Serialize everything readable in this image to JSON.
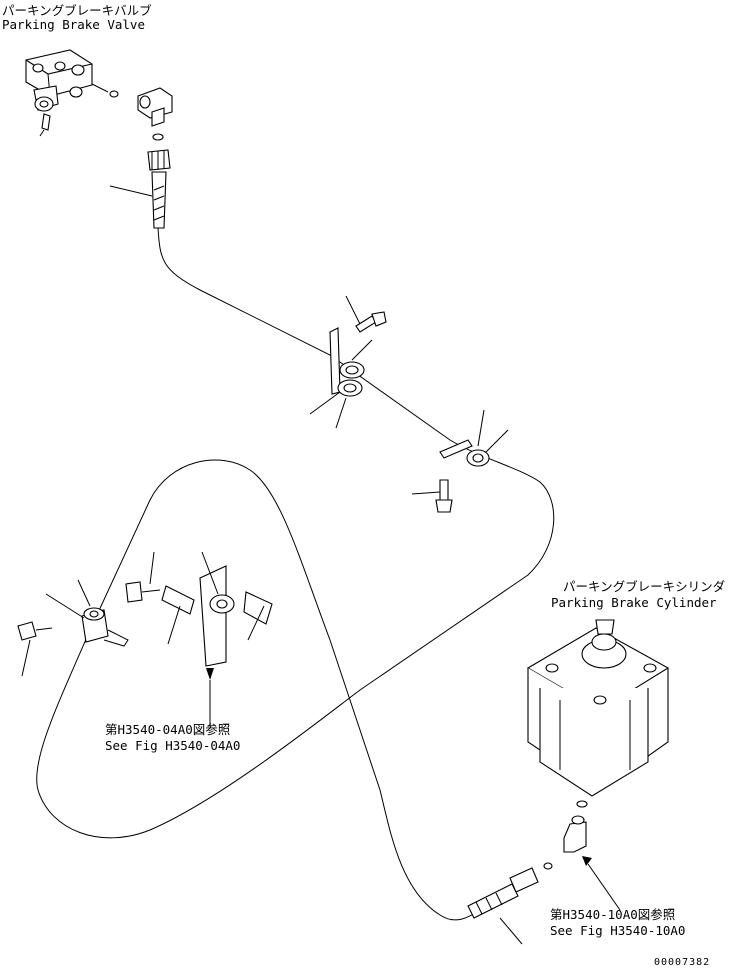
{
  "labels": {
    "valve_jp": "パーキングブレーキバルブ",
    "valve_en": "Parking Brake Valve",
    "cylinder_jp": "パーキングブレーキシリンダ",
    "cylinder_en": "Parking Brake Cylinder",
    "ref1_jp": "第H3540-04A0図参照",
    "ref1_en": "See Fig H3540-04A0",
    "ref2_jp": "第H3540-10A0図参照",
    "ref2_en": "See Fig H3540-10A0",
    "drawing_no": "00007382"
  }
}
